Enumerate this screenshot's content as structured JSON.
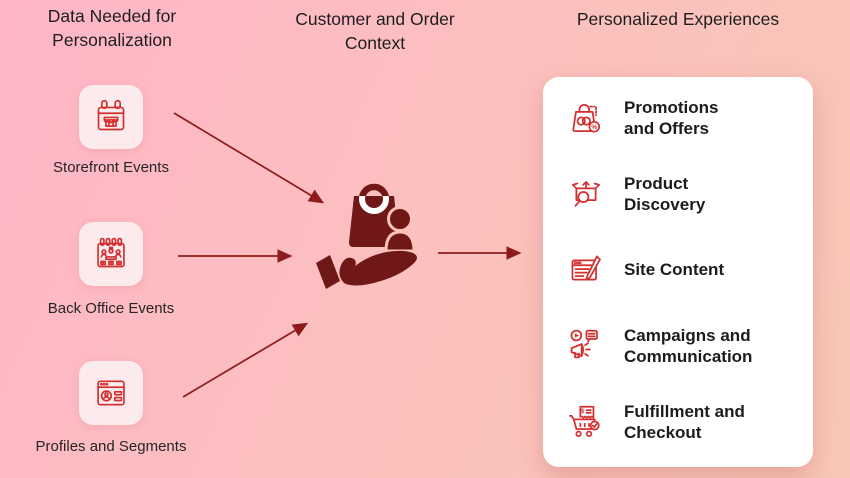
{
  "left": {
    "title": "Data Needed for Personalization",
    "items": [
      {
        "label": "Storefront Events",
        "icon": "storefront-calendar-icon"
      },
      {
        "label": "Back Office Events",
        "icon": "back-office-calendar-icon"
      },
      {
        "label": "Profiles and Segments",
        "icon": "profiles-window-icon"
      }
    ]
  },
  "center": {
    "title": "Customer and Order Context",
    "icon": "hand-holding-customer-order-icon"
  },
  "right": {
    "title": "Personalized Experiences",
    "items": [
      {
        "label": "Promotions and Offers",
        "icon": "promotions-offers-icon"
      },
      {
        "label": "Product Discovery",
        "icon": "product-discovery-icon"
      },
      {
        "label": "Site Content",
        "icon": "site-content-icon"
      },
      {
        "label": "Campaigns and Communication",
        "icon": "campaigns-communication-icon"
      },
      {
        "label": "Fulfillment and Checkout",
        "icon": "fulfillment-checkout-icon"
      }
    ]
  },
  "colors": {
    "background_start": "#ffb5c6",
    "background_end": "#f8c8b6",
    "accent_red": "#d32f2f",
    "dark_maroon": "#701717",
    "arrow_red": "#8e1b1b",
    "card_bg": "#ffffff",
    "tile_bg": "#fcebec",
    "text": "#1e1e1e"
  }
}
